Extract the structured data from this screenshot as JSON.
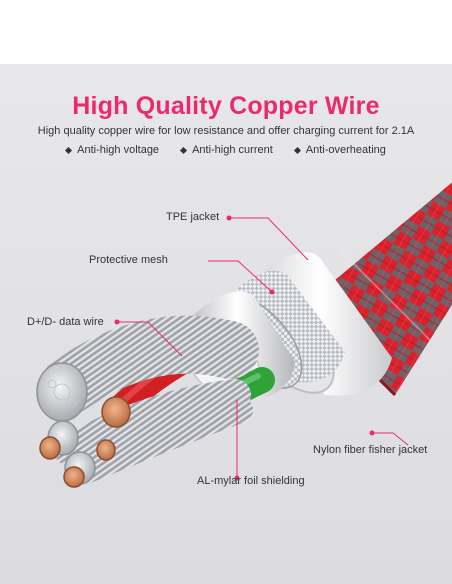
{
  "title": "High Quality Copper Wire",
  "subtitle": "High quality copper wire for low resistance and offer charging current for 2.1A",
  "features": [
    "Anti-high voltage",
    "Anti-high current",
    "Anti-overheating"
  ],
  "callouts": {
    "tpe": "TPE jacket",
    "mesh": "Protective mesh",
    "data_wire": "D+/D- data wire",
    "nylon": "Nylon fiber fisher jacket",
    "mylar": "AL-mylar foil shielding"
  },
  "colors": {
    "accent": "#ea2a6b",
    "copper": "#c6845d",
    "red_wire": "#d11f24",
    "green_wire": "#2fa23a",
    "braid_red": "#d8222e"
  }
}
